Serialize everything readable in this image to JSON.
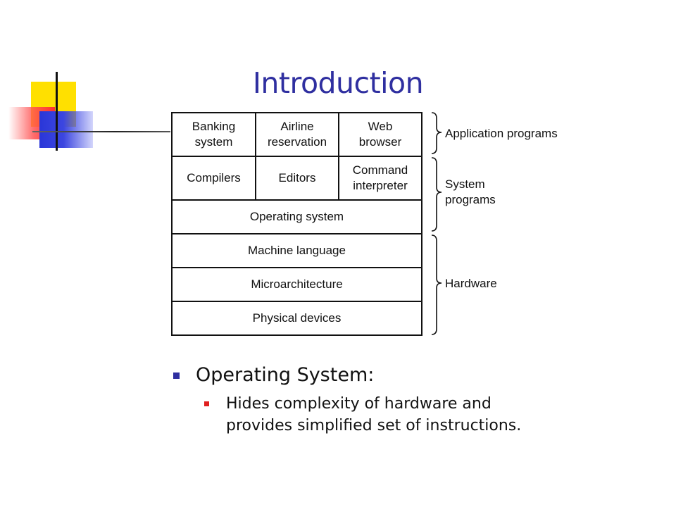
{
  "title": "Introduction",
  "diagram": {
    "row1": [
      "Banking\nsystem",
      "Airline\nreservation",
      "Web\nbrowser"
    ],
    "row2": [
      "Compilers",
      "Editors",
      "Command\ninterpreter"
    ],
    "layers": [
      "Operating system",
      "Machine language",
      "Microarchitecture",
      "Physical devices"
    ],
    "groups": [
      "Application programs",
      "System\nprograms",
      "Hardware"
    ]
  },
  "bullets": {
    "main": "Operating System:",
    "sub": "Hides complexity of hardware and provides simplified set of instructions."
  }
}
